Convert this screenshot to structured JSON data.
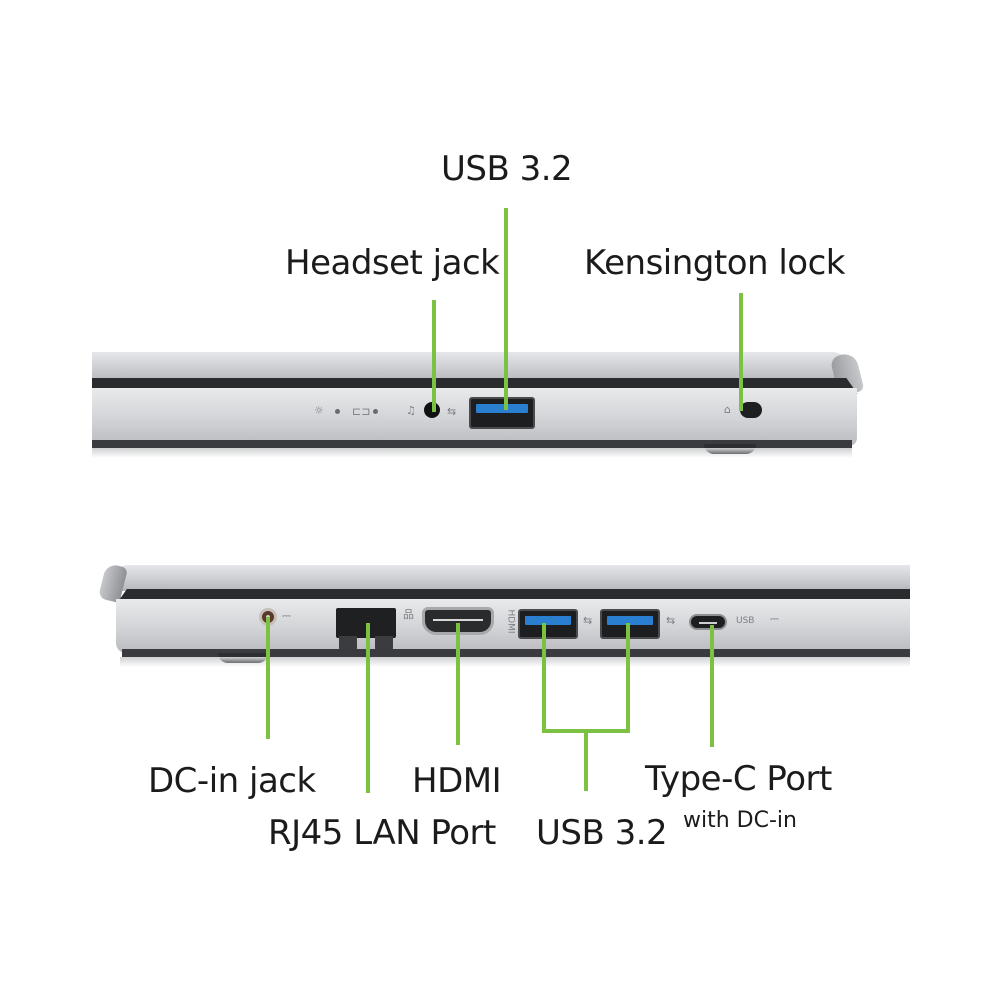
{
  "diagram": {
    "accent_color": "#7cc142",
    "top_view": {
      "side": "right",
      "labels": {
        "usb": "USB 3.2",
        "headset": "Headset jack",
        "kensington": "Kensington lock"
      },
      "ports": [
        {
          "name": "headset-jack",
          "label": "Headset jack"
        },
        {
          "name": "usb-3.2",
          "label": "USB 3.2"
        },
        {
          "name": "kensington-lock",
          "label": "Kensington lock"
        }
      ],
      "indicator_glyphs": {
        "power_led": "☼",
        "battery_led": "⊏⊐",
        "headset": "♫",
        "usb": "⇆",
        "lock": "⌂"
      }
    },
    "bottom_view": {
      "side": "left",
      "labels": {
        "dc_in": "DC-in jack",
        "rj45": "RJ45 LAN Port",
        "hdmi": "HDMI",
        "usb": "USB 3.2",
        "typec": "Type-C Port",
        "typec_sub": "with DC-in"
      },
      "ports": [
        {
          "name": "dc-in-jack",
          "label": "DC-in jack"
        },
        {
          "name": "rj45-lan-port",
          "label": "RJ45 LAN Port"
        },
        {
          "name": "hdmi",
          "label": "HDMI"
        },
        {
          "name": "usb-3.2-a",
          "label": "USB 3.2"
        },
        {
          "name": "usb-3.2-b",
          "label": "USB 3.2"
        },
        {
          "name": "type-c-port",
          "label": "Type-C Port with DC-in"
        }
      ],
      "indicator_glyphs": {
        "dc": "⎓",
        "lan": "品",
        "hdmi": "HDMI",
        "usb": "⇆",
        "usbc": "USB"
      }
    }
  }
}
